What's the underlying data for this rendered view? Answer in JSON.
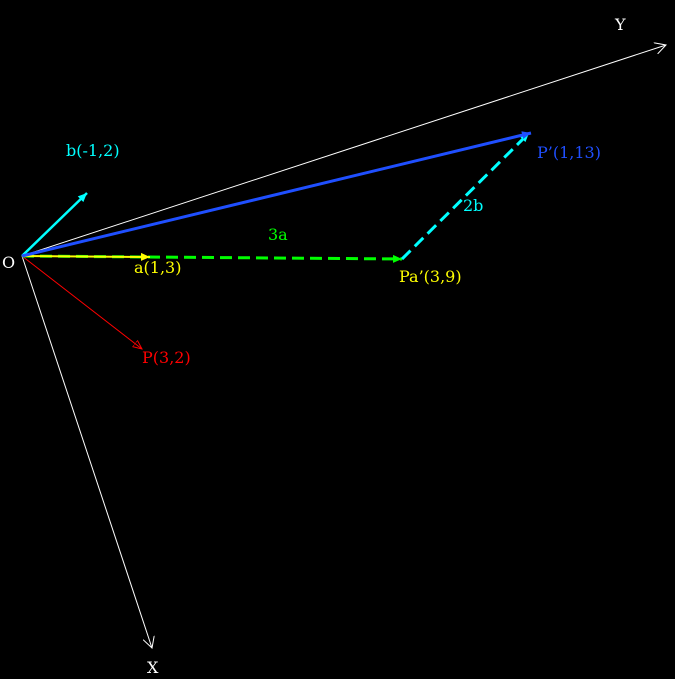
{
  "colors": {
    "background": "#000000",
    "axis": "#ffffff",
    "vector_a": "#ffff00",
    "vector_b": "#00ffff",
    "vector_p": "#ff0000",
    "vector_3a": "#00ff00",
    "vector_2b": "#00ffff",
    "vector_p_prime": "#1f4fff"
  },
  "labels": {
    "origin": "O",
    "axis_x": "X",
    "axis_y": "Y",
    "vector_a": "a(1,3)",
    "vector_b": "b(-1,2)",
    "vector_p": "P(3,2)",
    "vector_3a": "3a",
    "vector_2b": "2b",
    "point_pa_prime": "Pa’(3,9)",
    "point_p_prime": "P’(1,13)"
  }
}
